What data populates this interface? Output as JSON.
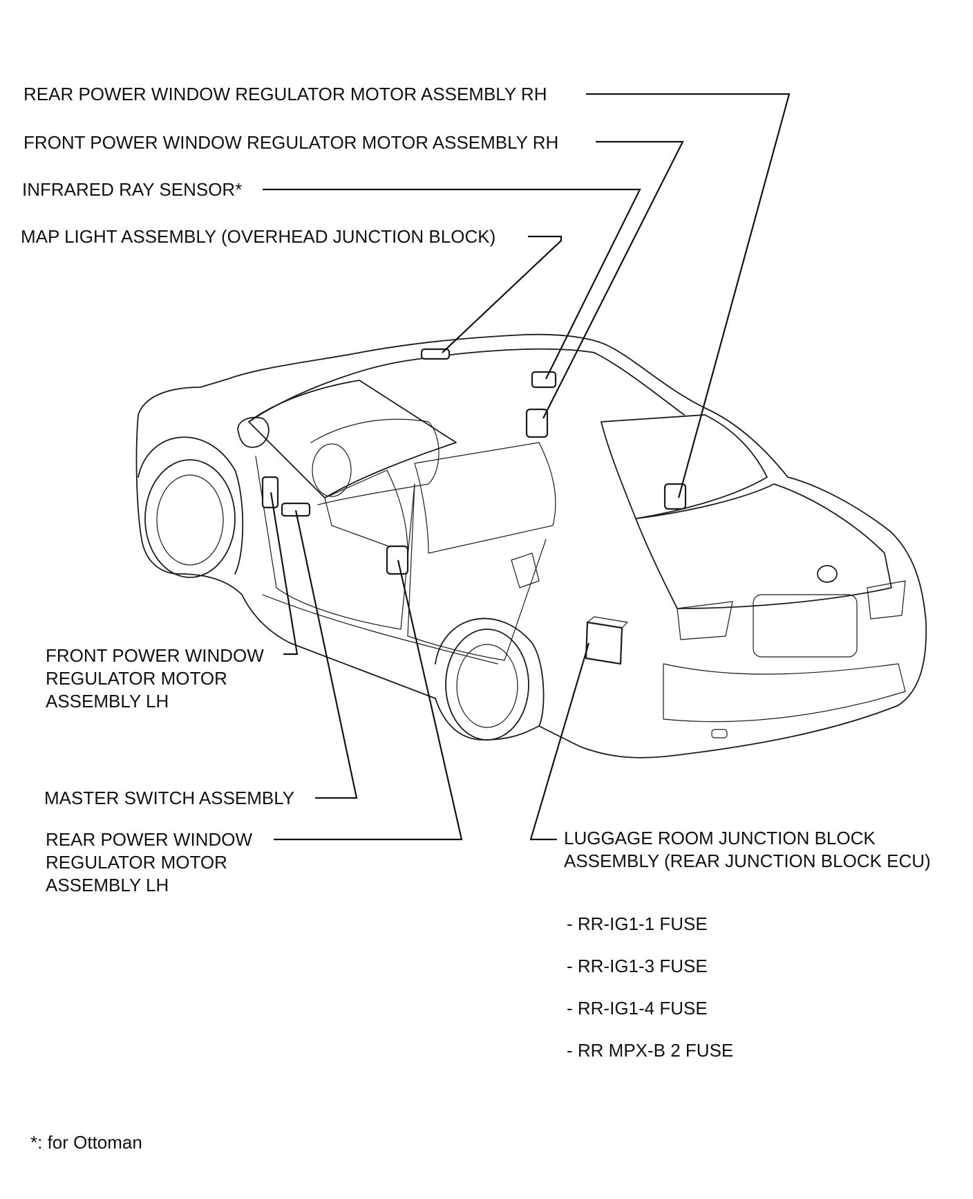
{
  "labels": {
    "rear_motor_rh": "REAR POWER WINDOW REGULATOR MOTOR ASSEMBLY RH",
    "front_motor_rh": "FRONT POWER WINDOW REGULATOR MOTOR ASSEMBLY RH",
    "infrared_sensor": "INFRARED RAY SENSOR*",
    "map_light": "MAP LIGHT ASSEMBLY (OVERHEAD JUNCTION BLOCK)",
    "front_motor_lh": [
      "FRONT POWER WINDOW",
      "REGULATOR MOTOR",
      "ASSEMBLY LH"
    ],
    "master_switch": "MASTER SWITCH ASSEMBLY",
    "rear_motor_lh": [
      "REAR POWER WINDOW",
      "REGULATOR MOTOR",
      "ASSEMBLY LH"
    ],
    "luggage_jb": [
      "LUGGAGE ROOM JUNCTION BLOCK",
      "ASSEMBLY (REAR JUNCTION BLOCK ECU)"
    ]
  },
  "fuses": [
    "- RR-IG1-1 FUSE",
    "- RR-IG1-3 FUSE",
    "- RR-IG1-4 FUSE",
    "- RR MPX-B 2 FUSE"
  ],
  "footnote": "*: for Ottoman"
}
